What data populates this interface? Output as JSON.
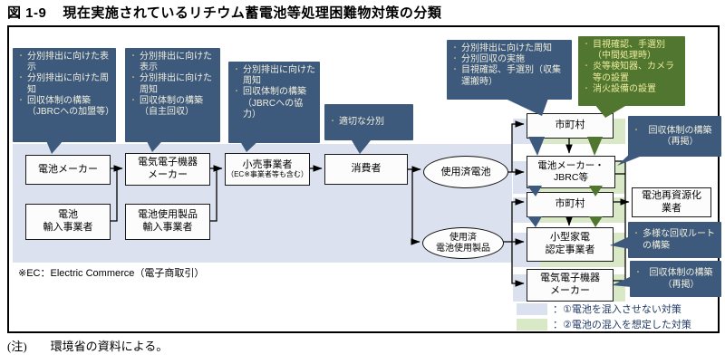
{
  "title": {
    "label": "図 1-9",
    "text": "現在実施されているリチウム蓄電池等処理困難物対策の分類"
  },
  "colors": {
    "callout_blue": "#3d5a7d",
    "callout_green": "#50762f",
    "measure1_light_blue": "#dbe1ee",
    "measure2_light_green": "#d9e8c6",
    "callout_text_blue_box": "#f1efdd",
    "callout_text_green_box": "#eeec9e",
    "legend_text": "#1f3864"
  },
  "callouts": {
    "c1": {
      "items": [
        "分別排出に向けた表示",
        "分別排出に向けた周知",
        "回収体制の構築（JBRCへの加盟等）"
      ]
    },
    "c2": {
      "items": [
        "分別排出に向けた表示",
        "分別排出に向けた周知",
        "回収体制の構築（自主回収）"
      ]
    },
    "c3": {
      "items": [
        "分別排出に向けた周知",
        "回収体制の構築（JBRCへの協力）"
      ]
    },
    "c4": {
      "items": [
        "適切な分別"
      ]
    },
    "c5": {
      "items": [
        "分別排出に向けた周知",
        "分別回収の実施",
        "目視確認、手選別（収集運搬時）"
      ]
    },
    "c6": {
      "items": [
        "目視確認、手選別（中間処理時）",
        "炎等検知器、カメラ等の設置",
        "消火設備の設置"
      ]
    },
    "c7": {
      "items": [
        "回収体制の構築（再掲）"
      ]
    },
    "c8": {
      "items": [
        "多様な回収ルートの構築"
      ]
    },
    "c9": {
      "items": [
        "回収体制の構築（再掲）"
      ]
    }
  },
  "boxes": {
    "battery_maker": {
      "lines": [
        "電池メーカー"
      ]
    },
    "battery_importer": {
      "lines": [
        "電池",
        "輸入事業者"
      ]
    },
    "elec_maker": {
      "lines": [
        "電気電子機器",
        "メーカー"
      ]
    },
    "product_importer": {
      "lines": [
        "電池使用製品",
        "輸入事業者"
      ]
    },
    "retailer": {
      "lines": [
        "小売事業者",
        "（EC※事業者等も含む）"
      ]
    },
    "consumer": {
      "lines": [
        "消費者"
      ]
    },
    "municipality1": {
      "lines": [
        "市町村"
      ]
    },
    "jbrc": {
      "lines": [
        "電池メーカー・",
        "JBRC等"
      ]
    },
    "municipality2": {
      "lines": [
        "市町村"
      ]
    },
    "small_appliance": {
      "lines": [
        "小型家電",
        "認定事業者"
      ]
    },
    "elec_maker2": {
      "lines": [
        "電気電子機器",
        "メーカー"
      ]
    },
    "recycler": {
      "lines": [
        "電池再資源化",
        "業者"
      ]
    }
  },
  "ellipses": {
    "used_battery": {
      "lines": [
        "使用済電池"
      ]
    },
    "used_product": {
      "lines": [
        "使用済",
        "電池使用製品"
      ]
    }
  },
  "legend": {
    "items": [
      {
        "color": "#dbe1ee",
        "label": "：①電池を混入させない対策"
      },
      {
        "color": "#d9e8c6",
        "label": "：②電池の混入を想定した対策"
      }
    ]
  },
  "notes": {
    "ec": "※EC：Electric Commerce（電子商取引）",
    "source_label": "(注)",
    "source_text": "環境省の資料による。"
  }
}
